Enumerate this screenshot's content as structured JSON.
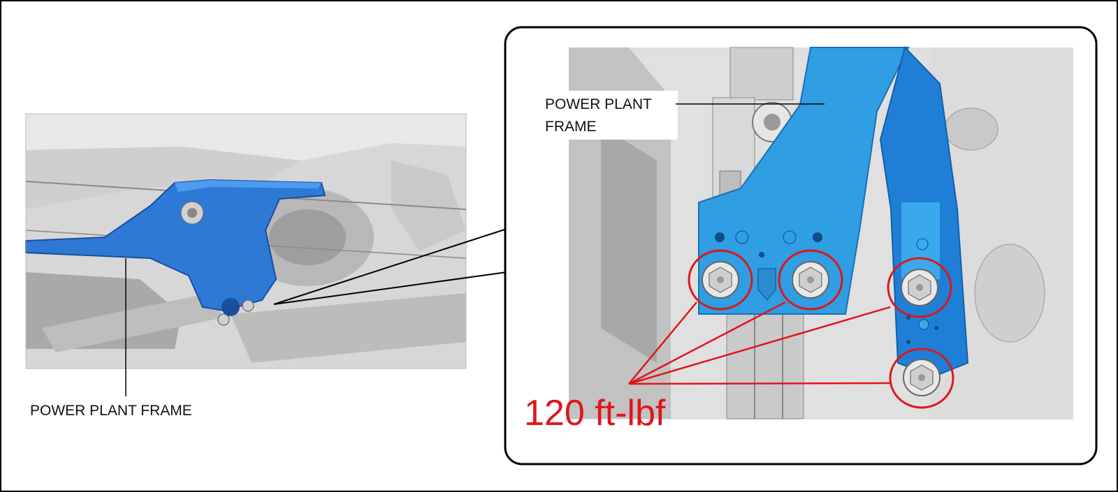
{
  "labels": {
    "left_callout": "POWER PLANT FRAME",
    "right_callout_line1": "POWER PLANT",
    "right_callout_line2": "FRAME",
    "torque": "120 ft-lbf"
  },
  "colors": {
    "frame_blue": "#2f9ee2",
    "frame_blue_dark": "#1d63c4",
    "highlight_red": "#e0151b",
    "metal_gray": "#c4c4c4"
  }
}
